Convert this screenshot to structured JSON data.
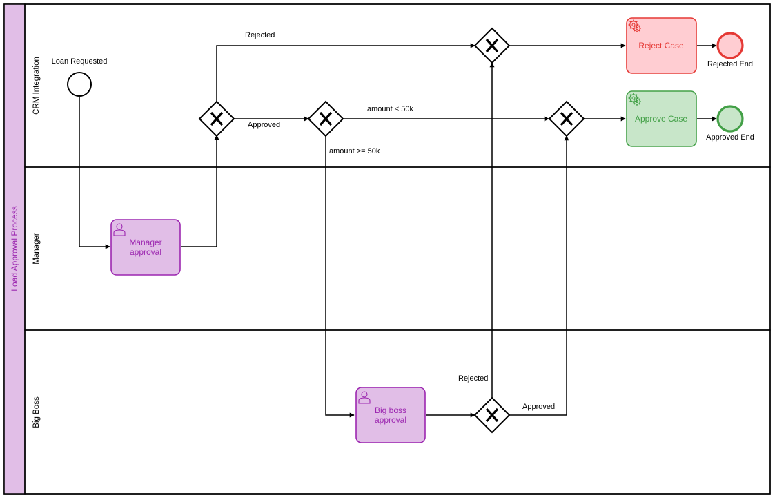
{
  "pool": {
    "label": "Load Approval Process",
    "fill": "#e1bee7",
    "stroke": "#000000",
    "text_color": "#9c27b0"
  },
  "lanes": [
    {
      "label": "CRM Integration"
    },
    {
      "label": "Manager"
    },
    {
      "label": "Big Boss"
    }
  ],
  "events": {
    "start": {
      "label": "Loan Requested"
    },
    "rejected_end": {
      "label": "Rejected End",
      "stroke": "#e53935",
      "fill": "#ffcdd2"
    },
    "approved_end": {
      "label": "Approved End",
      "stroke": "#43a047",
      "fill": "#c8e6c9"
    }
  },
  "tasks": {
    "manager_approval": {
      "label_line1": "Manager",
      "label_line2": "approval",
      "type": "user-task",
      "fill": "#e1bee7",
      "stroke": "#9c27b0",
      "text_color": "#9c27b0"
    },
    "big_boss_approval": {
      "label_line1": "Big boss",
      "label_line2": "approval",
      "type": "user-task",
      "fill": "#e1bee7",
      "stroke": "#9c27b0",
      "text_color": "#9c27b0"
    },
    "reject_case": {
      "label": "Reject Case",
      "type": "service-task",
      "fill": "#ffcdd2",
      "stroke": "#e53935",
      "text_color": "#e53935"
    },
    "approve_case": {
      "label": "Approve Case",
      "type": "service-task",
      "fill": "#c8e6c9",
      "stroke": "#43a047",
      "text_color": "#43a047"
    }
  },
  "flow_labels": {
    "manager_rejected": "Rejected",
    "manager_approved": "Approved",
    "amount_lt": "amount < 50k",
    "amount_gte": "amount >= 50k",
    "boss_rejected": "Rejected",
    "boss_approved": "Approved"
  },
  "icons": {
    "gateway": "exclusive-gateway-x",
    "user_task": "user-icon",
    "service_task": "gear-icon"
  }
}
